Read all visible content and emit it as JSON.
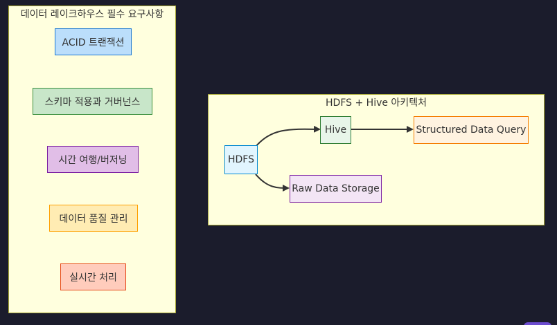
{
  "colors": {
    "background": "#1b1c2c",
    "cluster_fill": "#ffffde",
    "cluster_border": "#aaaa33",
    "edge": "#333333",
    "corner_chip": "#6c4ccf"
  },
  "requirements": {
    "title": "데이터 레이크하우스 필수 요구사항",
    "items": [
      {
        "label": "ACID 트랜잭션",
        "fill": "#bbdefb",
        "border": "#1976d2"
      },
      {
        "label": "스키마 적용과 거버넌스",
        "fill": "#c8e6c9",
        "border": "#388e3c"
      },
      {
        "label": "시간 여행/버저닝",
        "fill": "#e1bee7",
        "border": "#7b1fa2"
      },
      {
        "label": "데이터 품질 관리",
        "fill": "#ffecb3",
        "border": "#ffa000"
      },
      {
        "label": "실시간 처리",
        "fill": "#ffccbc",
        "border": "#e64a19"
      }
    ]
  },
  "architecture": {
    "title": "HDFS + Hive 아키텍처",
    "nodes": {
      "hdfs": {
        "label": "HDFS",
        "fill": "#e1f5fe",
        "border": "#0288d1"
      },
      "hive": {
        "label": "Hive",
        "fill": "#e8f5e9",
        "border": "#2e7d32"
      },
      "query": {
        "label": "Structured Data Query",
        "fill": "#fff3e0",
        "border": "#f57c00"
      },
      "raw": {
        "label": "Raw Data Storage",
        "fill": "#f3e5f5",
        "border": "#7b1fa2"
      }
    }
  }
}
